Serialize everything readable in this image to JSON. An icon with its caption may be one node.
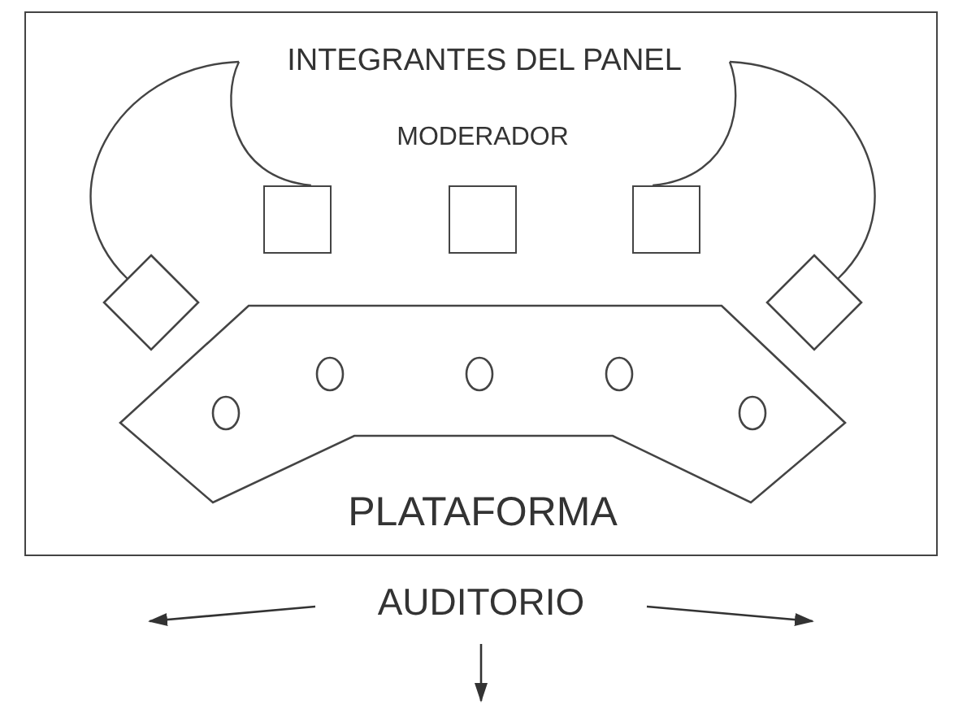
{
  "diagram": {
    "nodes": [
      {
        "text": [],
        "shape": "box"
      },
      {
        "text": [
          "INTEGRANTES DEL PANEL"
        ],
        "in": 0
      },
      {
        "text": [],
        "shape": "box",
        "in": 0
      },
      {
        "text": [],
        "shape": "box",
        "in": 0,
        "beside": [
          "MODERADOR"
        ]
      },
      {
        "text": [],
        "shape": "box",
        "in": 0
      },
      {
        "text": [],
        "shape": "diamond",
        "in": 0
      },
      {
        "text": [],
        "shape": "diamond",
        "in": 0
      },
      {
        "text": [],
        "shape": "hexagon",
        "in": 0,
        "beside": [
          "PLATAFORMA"
        ]
      },
      {
        "text": [],
        "shape": "ellipse",
        "in": 7
      },
      {
        "text": [],
        "shape": "ellipse",
        "in": 7
      },
      {
        "text": [],
        "shape": "ellipse",
        "in": 7
      },
      {
        "text": [],
        "shape": "ellipse",
        "in": 7
      },
      {
        "text": [],
        "shape": "ellipse",
        "in": 7
      }
    ],
    "edges": [
      {
        "from": 1,
        "to": 2,
        "arrow": "none"
      },
      {
        "from": 1,
        "to": 5,
        "arrow": "none"
      },
      {
        "from": 1,
        "to": 4,
        "arrow": "none"
      },
      {
        "from": 1,
        "to": 6,
        "arrow": "none"
      }
    ],
    "labels": [
      "AUDITORIO"
    ]
  }
}
